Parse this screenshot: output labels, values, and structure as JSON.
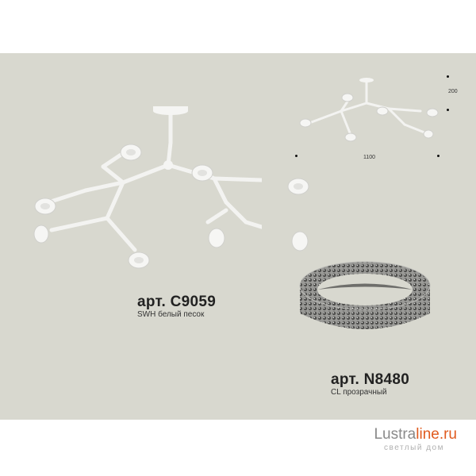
{
  "product1": {
    "article": "арт. C9059",
    "finish": "SWH белый песок"
  },
  "product2": {
    "article": "арт. N8480",
    "finish": "CL прозрачный"
  },
  "dimensions": {
    "width": "1100",
    "height": "200"
  },
  "logo": {
    "name": "Lustra",
    "tld": "line.ru",
    "tagline": "светлый дом"
  },
  "colors": {
    "panel": "#d8d8cf",
    "fixture": "#f4f4f2",
    "crystal": "#8a8a88",
    "logo_accent": "#e05a1e"
  }
}
